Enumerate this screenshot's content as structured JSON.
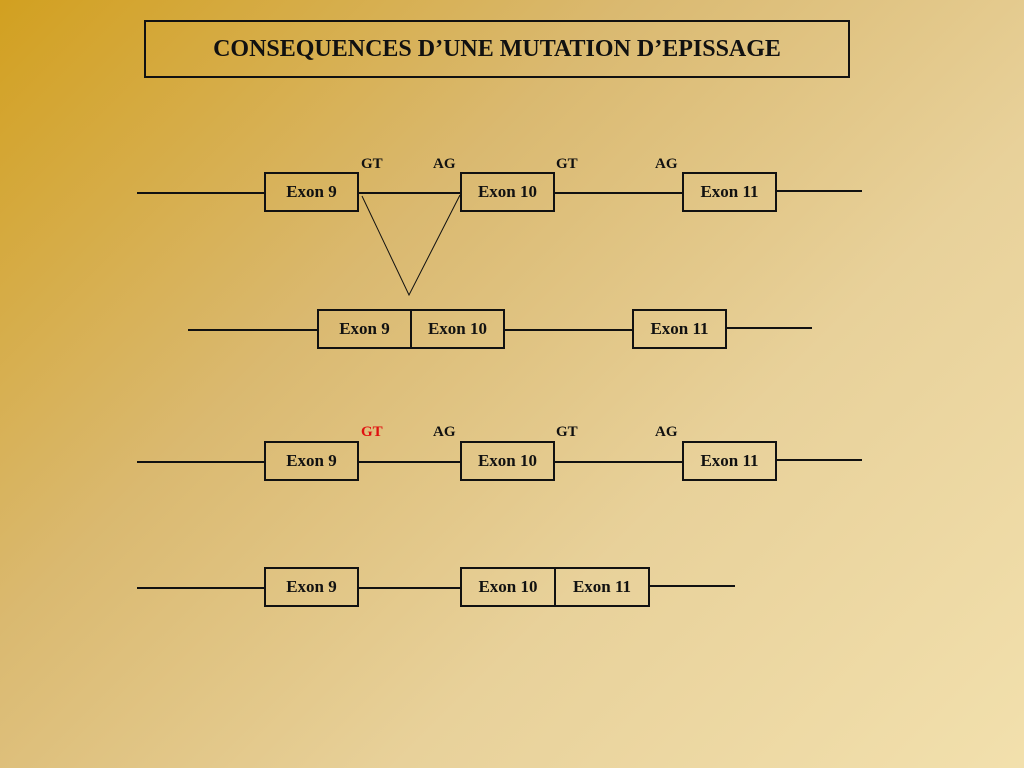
{
  "title": "CONSEQUENCES D’UNE MUTATION D’EPISSAGE",
  "row1": {
    "sites": [
      "GT",
      "AG",
      "GT",
      "AG"
    ],
    "exons": [
      "Exon 9",
      "Exon 10",
      "Exon 11"
    ]
  },
  "row2": {
    "exons": [
      "Exon 9",
      "Exon 10",
      "Exon 11"
    ]
  },
  "row3": {
    "sites": [
      "GT",
      "AG",
      "GT",
      "AG"
    ],
    "exons": [
      "Exon 9",
      "Exon 10",
      "Exon 11"
    ]
  },
  "row4": {
    "exons": [
      "Exon 9",
      "Exon 10",
      "Exon 11"
    ]
  },
  "colors": {
    "mutated_site": "#e01010",
    "line": "#111111"
  }
}
